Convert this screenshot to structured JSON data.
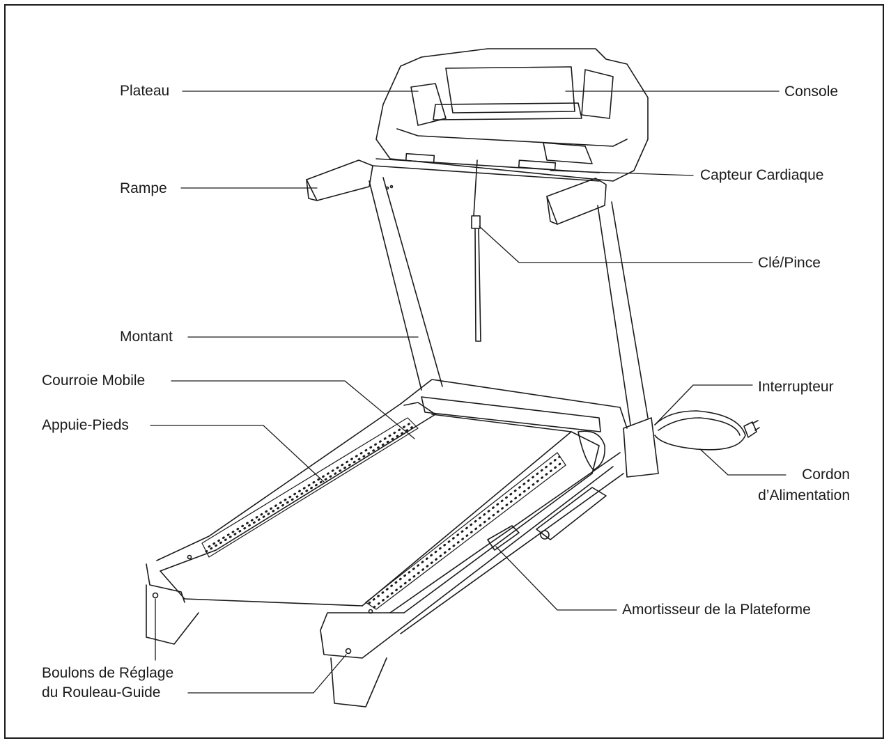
{
  "diagram": {
    "labels": {
      "plateau": "Plateau",
      "console": "Console",
      "rampe": "Rampe",
      "capteur": "Capteur Cardiaque",
      "cle": "Clé/Pince",
      "montant": "Montant",
      "courroie": "Courroie Mobile",
      "interrupteur": "Interrupteur",
      "appuie": "Appuie-Pieds",
      "cordon_1": "Cordon",
      "cordon_2": "d’Alimentation",
      "amortisseur": "Amortisseur de la Plateforme",
      "boulons_1": "Boulons de Réglage",
      "boulons_2": "du Rouleau-Guide"
    },
    "colors": {
      "ink": "#1a1a1a",
      "paper": "#ffffff"
    }
  }
}
